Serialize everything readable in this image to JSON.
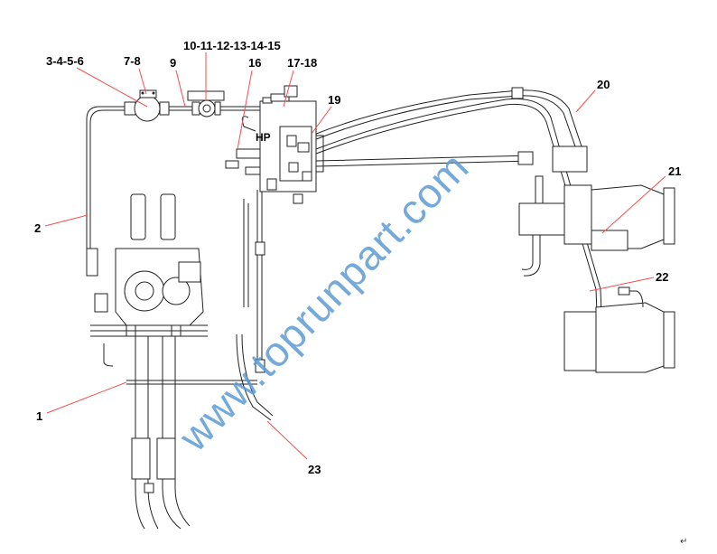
{
  "diagram": {
    "callouts": {
      "c1": "1",
      "c2": "2",
      "c3": "3-4-5-6",
      "c7": "7-8",
      "c9": "9",
      "c10": "10-11-12-13-14-15",
      "c16": "16",
      "c17": "17-18",
      "c19": "19",
      "c20": "20",
      "c21": "21",
      "c22": "22",
      "c23": "23"
    },
    "valve_label": "HP",
    "watermark": "www.toprunpart.com",
    "paragraph_mark": "↵",
    "colors": {
      "leader": "#f05050",
      "watermark": "#5b9bd5",
      "line": "#222222"
    }
  }
}
